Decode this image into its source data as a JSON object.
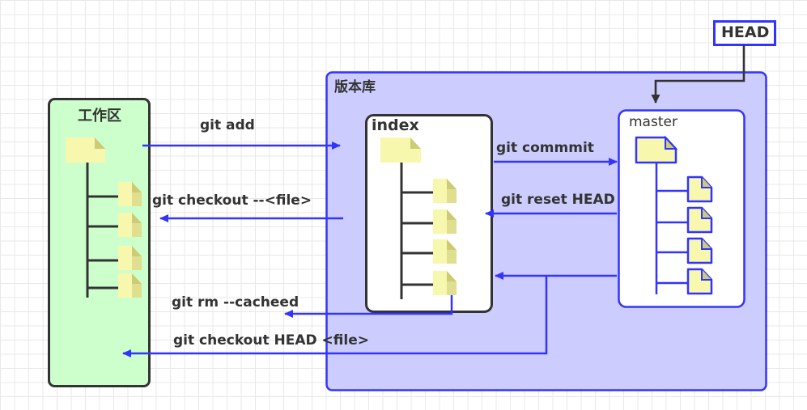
{
  "diagram": {
    "title": "Git workflow diagram",
    "colors": {
      "workspace_fill": "#ccffcc",
      "repo_fill": "#ccccff",
      "box_fill": "#ffffff",
      "blue": "#3333ff",
      "dark": "#333333",
      "file_body": "#f7f7ae",
      "file_fold": "#cccc77"
    },
    "areas": {
      "workspace": {
        "label": "工作区"
      },
      "repository": {
        "label": "版本库"
      },
      "index": {
        "label": "index"
      },
      "master": {
        "label": "master"
      },
      "head": {
        "label": "HEAD"
      }
    },
    "commands": {
      "add": "git add",
      "checkout_file": "git checkout --<file>",
      "commit": "git commmit",
      "reset_head": "git reset HEAD",
      "rm_cached": "git  rm --cacheed",
      "checkout_head_file": "git checkout HEAD <file>"
    },
    "icon_names": {
      "file": "file-icon",
      "arrow": "arrow-icon",
      "head_pointer": "head-pointer-arrow-icon"
    },
    "counts": {
      "workspace_files": 4,
      "index_files": 5,
      "master_files": 5
    }
  }
}
